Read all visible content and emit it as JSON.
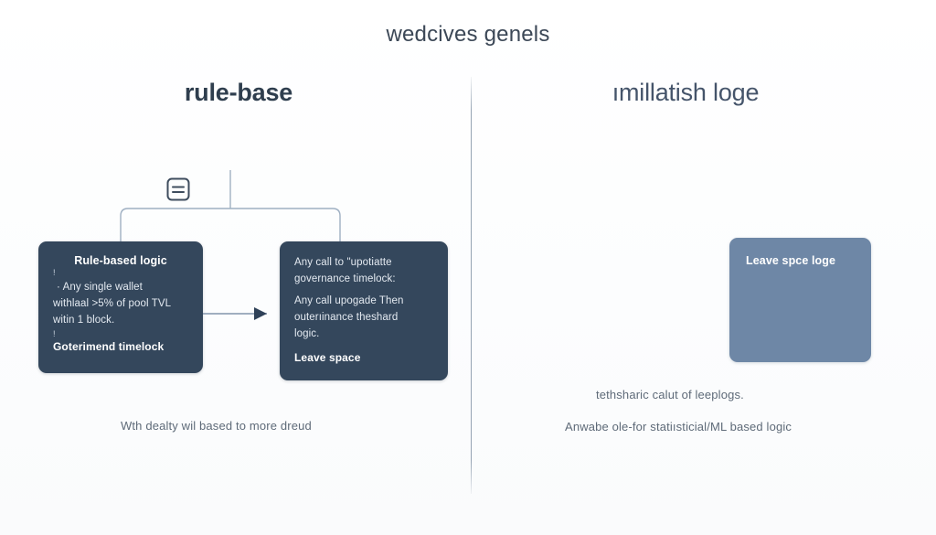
{
  "page": {
    "title": "wedcives genels"
  },
  "columns": {
    "left": {
      "heading": "rule-base",
      "caption": "Wth  dealty wil based to more dreud"
    },
    "right": {
      "heading": "ımillatish loge",
      "caption_1": "tethsharic calut of leeplogs.",
      "caption_2": "Anwabe ole-for statiısticial/ML based logic"
    }
  },
  "root_node": {
    "icon": "document-list-icon"
  },
  "cards": {
    "rule_based": {
      "title": "Rule-based logic",
      "line_1": "!",
      "line_2": "·    Any  single wallet",
      "line_3": "withlaal >5% of pool TVL",
      "line_4": "witin 1 block.",
      "line_5": "!",
      "footer": "Goterimend timelock"
    },
    "governance": {
      "line_1": "Any  call  to \"upotiatte",
      "line_2": "governance  timelock:",
      "line_3": "Any call upogade Then",
      "line_4": "outerıinance  theshard",
      "line_5": "logic.",
      "footer": "Leave space"
    },
    "ml_placeholder": {
      "title": "Leave spce loge"
    }
  },
  "connectors": {
    "arrow_label": "flow-arrow"
  },
  "colors": {
    "card_dark": "#34475c",
    "card_slate": "#6e87a6",
    "heading_dark": "#2f3e4e",
    "heading_light": "#45546a",
    "caption": "#5e6a78",
    "connector": "#8ea0b4",
    "background": "#fdfdfe"
  }
}
